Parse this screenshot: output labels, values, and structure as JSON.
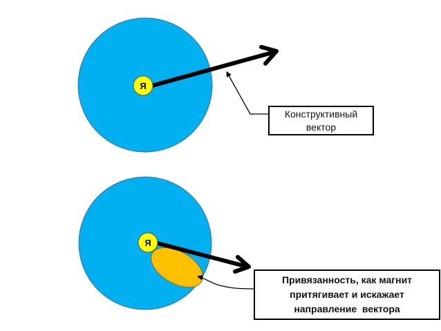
{
  "top": {
    "self_label": "Я",
    "callout_text_line1": "Конструктивный",
    "callout_text_line2": "вектор"
  },
  "bottom": {
    "self_label": "Я",
    "callout_text_line1": "Привязанность, как магнит",
    "callout_text_line2": "притягивает и искажает",
    "callout_text_line3": "направление  вектора"
  },
  "colors": {
    "circle": "#00b0f0",
    "self": "#ffff00",
    "attachment": "#ffc000"
  }
}
